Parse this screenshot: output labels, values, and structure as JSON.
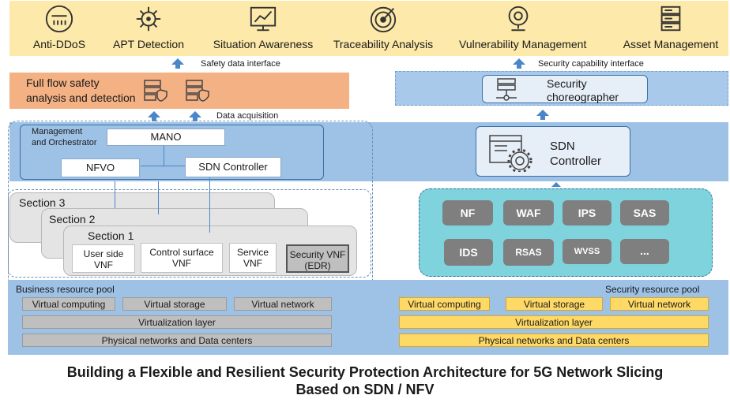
{
  "capabilities": [
    {
      "label": "Anti-DDoS",
      "icon": "shield-lines-icon"
    },
    {
      "label": "APT Detection",
      "icon": "virus-icon"
    },
    {
      "label": "Situation Awareness",
      "icon": "monitor-chart-icon"
    },
    {
      "label": "Traceability Analysis",
      "icon": "target-icon"
    },
    {
      "label": "Vulnerability Management",
      "icon": "webcam-icon"
    },
    {
      "label": "Asset Management",
      "icon": "server-rack-icon"
    }
  ],
  "interfaces": {
    "safety": "Safety data interface",
    "security_capability": "Security capability interface",
    "data_acquisition": "Data acquisition"
  },
  "left_top": {
    "flow_analysis_line1": "Full flow safety",
    "flow_analysis_line2": "analysis and detection"
  },
  "right_top": {
    "choreographer_line1": "Security",
    "choreographer_line2": "choreographer"
  },
  "mano": {
    "group_line1": "Management",
    "group_line2": "and Orchestrator",
    "mano": "MANO",
    "nfvo": "NFVO",
    "sdn_controller": "SDN Controller"
  },
  "sdn_right": {
    "line1": "SDN",
    "line2": "Controller"
  },
  "sections": {
    "s3": "Section 3",
    "s2": "Section 2",
    "s1": "Section 1",
    "vnfs": [
      {
        "line1": "User side",
        "line2": "VNF"
      },
      {
        "line1": "Control surface",
        "line2": "VNF"
      },
      {
        "line1": "Service",
        "line2": "VNF"
      },
      {
        "line1": "Security VNF",
        "line2": "(EDR)"
      }
    ]
  },
  "security_functions": [
    "NF",
    "WAF",
    "IPS",
    "SAS",
    "IDS",
    "RSAS",
    "WVSS",
    "..."
  ],
  "business_pool": {
    "title": "Business resource pool",
    "virtual_computing": "Virtual computing",
    "virtual_storage": "Virtual storage",
    "virtual_network": "Virtual network",
    "virtualization_layer": "Virtualization layer",
    "physical": "Physical networks and Data centers"
  },
  "security_pool": {
    "title": "Security resource pool",
    "virtual_computing": "Virtual computing",
    "virtual_storage": "Virtual storage",
    "virtual_network": "Virtual network",
    "virtualization_layer": "Virtualization layer",
    "physical": "Physical networks and Data centers"
  },
  "caption": {
    "line1": "Building a Flexible and Resilient Security Protection Architecture for 5G Network Slicing",
    "line2": "Based on SDN / NFV"
  },
  "colors": {
    "top_bar": "#fde9a9",
    "orange": "#f4b183",
    "blue": "#9ec1e6",
    "teal": "#7fd3dc",
    "yellow": "#ffd966",
    "grey": "#bfbfbf"
  }
}
